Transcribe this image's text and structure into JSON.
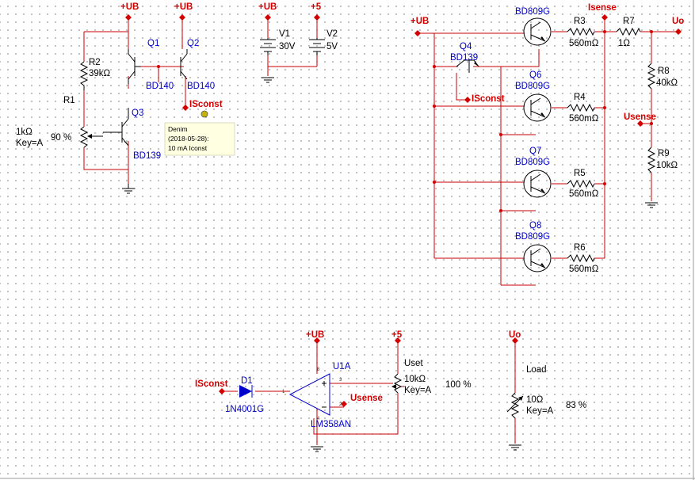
{
  "rails": {
    "ub": "+UB",
    "p5": "+5",
    "uo": "Uo"
  },
  "nets": {
    "isense": "Isense",
    "usense": "Usense",
    "iconst": "ISconst",
    "iconst_wire": "ISconst",
    "uset": "Uset",
    "load": "Load"
  },
  "current_source": {
    "q1": "Q1",
    "q2": "Q2",
    "q3": "Q3",
    "q1_model": "BD140",
    "q2_model": "BD140",
    "q3_model": "BD139",
    "r2": "R2",
    "r2_value": "39kΩ",
    "r1": "R1",
    "r1_value": "1kΩ",
    "r1_key": "Key=A",
    "r1_setting": "90 %"
  },
  "note": {
    "author": "Denim",
    "date": "(2018-05-28):",
    "text": "10 mA Iconst"
  },
  "supplies": {
    "v1": "V1",
    "v1_value": "30V",
    "v2": "V2",
    "v2_value": "5V"
  },
  "power_stage": {
    "q4": "Q4",
    "q4_model": "BD139",
    "q5_model": "BD809G",
    "q6": "Q6",
    "q6_model": "BD809G",
    "q7": "Q7",
    "q7_model": "BD809G",
    "q8": "Q8",
    "q8_model": "BD809G",
    "r3": "R3",
    "r4": "R4",
    "r5": "R5",
    "r6": "R6",
    "emitter_value": "560mΩ",
    "r7": "R7",
    "r7_value": "1Ω",
    "r8": "R8",
    "r8_value": "40kΩ",
    "r9": "R9",
    "r9_value": "10kΩ"
  },
  "opamp": {
    "d1": "D1",
    "d1_model": "1N4001G",
    "u1": "U1A",
    "u1_model": "LM358AN",
    "pin_plus": "3",
    "pin_minus": "2",
    "pin_out": "1",
    "pin_vcc": "8",
    "pin_gnd": "4",
    "uset_value": "10kΩ",
    "uset_key": "Key=A",
    "uset_setting": "100 %"
  },
  "load": {
    "value": "10Ω",
    "key": "Key=A",
    "setting": "83 %"
  }
}
